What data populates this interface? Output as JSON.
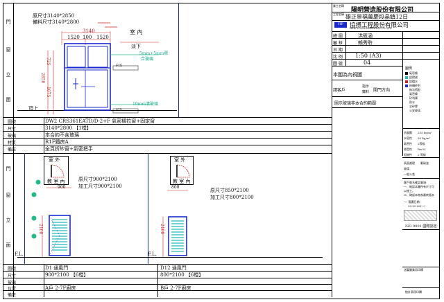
{
  "left_labels": {
    "top": [
      "門",
      "窗",
      "立",
      "面"
    ],
    "bottom": [
      "門",
      "窗",
      "立",
      "面"
    ]
  },
  "window1": {
    "note_original": "原尺寸3140*2850",
    "note_prepared": "備料尺寸3140*2800",
    "dim_total": "3140",
    "dim_left": "1520",
    "dim_mid": "100",
    "dim_right": "1520",
    "label_inside": "室 內",
    "label_floor": "淡下",
    "label_glass1": "5mm+5mm膠",
    "label_glass1b": "合玻璃",
    "label_glass2": "10mm清玻璃",
    "dim_h_total": "2850",
    "dim_h1": "725",
    "dim_h2": "1075",
    "label_fix1": "FIX",
    "label_fix2": "FIX",
    "label_floor_left": "頂上"
  },
  "table1": {
    "rows": [
      {
        "label": "圖號",
        "value": "DW2 CRS361EATD/D-2+F 氣密橫拉窗+固定窗"
      },
      {
        "label": "尺寸",
        "value": "3140*2800 【1樘】"
      },
      {
        "label": "玻璃",
        "value": "本合約不含玻璃"
      },
      {
        "label": "材質",
        "value": "R1F鐵房A"
      },
      {
        "label": "備註",
        "value": "全頁折紗窗+氣密把手"
      }
    ]
  },
  "door1": {
    "inside": "室 外",
    "outside": "教 室 內",
    "dim_w": "900",
    "dim_h": "2100",
    "note1": "原尺寸900*2100",
    "note2": "加工尺寸900*2100",
    "fl": "F.L."
  },
  "door2": {
    "inside": "室 外",
    "outside": "教 室 內",
    "dim_w": "800",
    "dim_h": "2100",
    "note1": "原尺寸850*2100",
    "note2": "加工尺寸800*2100",
    "fl": "F.L."
  },
  "table2": {
    "labels": [
      "圖號",
      "尺寸",
      "玻璃",
      "位置",
      "備註"
    ],
    "col1": [
      "D1 通風門",
      "900*2100 【6樘】",
      "",
      "A戶 2-7F廚房",
      ""
    ],
    "col2": [
      "D12 通風門",
      "800*2100 【6樘】",
      "",
      "B戶 2-7F廚房",
      ""
    ]
  },
  "title_block": {
    "owner_label": "業主名稱",
    "owner": "陽明營造股份有限公司",
    "project_label": "工程名稱",
    "project": "雄正景福萬慶段晶鎮12日",
    "company": "協搏工程股份有限公司",
    "company_en": "HSIE PO ENGINEERING CO.,LTD",
    "rows": [
      {
        "label": "繪 圖",
        "value": "洪筱涵"
      },
      {
        "label": "審 核",
        "value": "賴秀聆"
      },
      {
        "label": "日 期",
        "value": ""
      },
      {
        "label": "比 例",
        "value": "1:50 (A3)"
      },
      {
        "label": "圖 號",
        "value": "04"
      }
    ],
    "note_in": "本圖為內視圖",
    "door_dir1": "請客戶",
    "door_dir2": "指示",
    "door_dir3": "開門方向",
    "door_dir4": "鐵料",
    "range": "圖示玻璃非本合約範圍",
    "legend_title": "圖例",
    "legend": [
      "氣密條",
      "鋁摺邊",
      "鋁擋水",
      "結構矽利",
      "無法搭配",
      "氣密條",
      "矽利康",
      "防水",
      "全矽膠",
      "公安玻璃"
    ],
    "spec_rows": [
      {
        "label": "抗風壓",
        "value": "255 kg/m²"
      },
      {
        "label": "水密性",
        "value": "50 kg/m²"
      },
      {
        "label": "氣密性",
        "value": "2等級"
      },
      {
        "label": "隔音性",
        "value": "Rw35"
      },
      {
        "label": "阻燃性",
        "value": "2 等級"
      }
    ],
    "misc1": "一般公差",
    "misc2": "表面處理",
    "misc3": "玻璃",
    "misc4": "氟碳塗",
    "cust_confirm": "客戶簽名確認事項:",
    "cust1": "一、確認本圖所有尺寸可",
    "cust2": "以施工。",
    "cust3": "二、確認本物為最終版本",
    "sign": "一: 簽署日期:",
    "sign2": "99-09-06(一)",
    "iso": "ISO 9001 國際認證",
    "footer1": "送審圖業用印欄",
    "footer2": "統計表用印欄"
  }
}
